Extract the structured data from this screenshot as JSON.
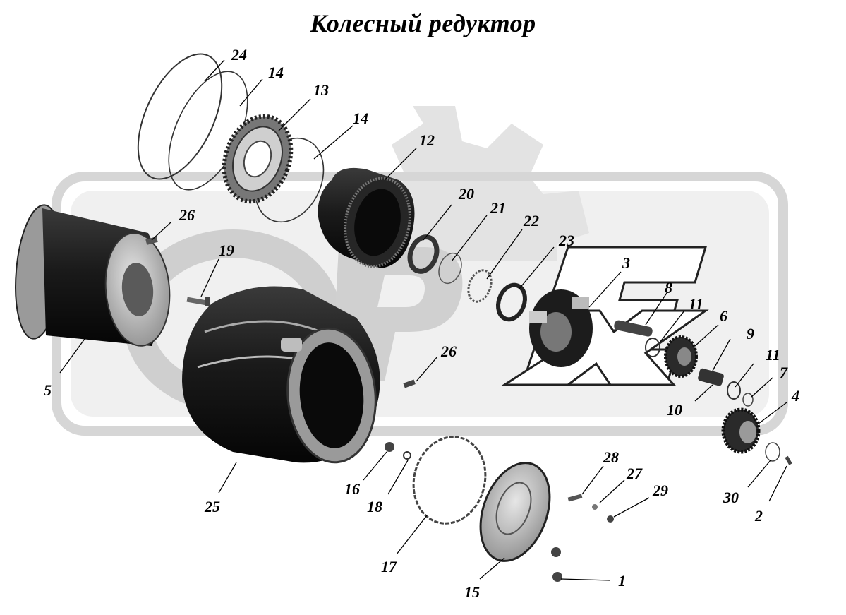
{
  "title": "Колесный редуктор",
  "watermark": {
    "text": "OPEX",
    "color": "#e3e3e3"
  },
  "callouts": [
    "24",
    "14",
    "13",
    "14",
    "12",
    "26",
    "19",
    "20",
    "21",
    "22",
    "23",
    "3",
    "8",
    "11",
    "6",
    "9",
    "26",
    "11",
    "7",
    "4",
    "10",
    "5",
    "25",
    "16",
    "18",
    "28",
    "27",
    "29",
    "30",
    "2",
    "17",
    "15",
    "1"
  ]
}
